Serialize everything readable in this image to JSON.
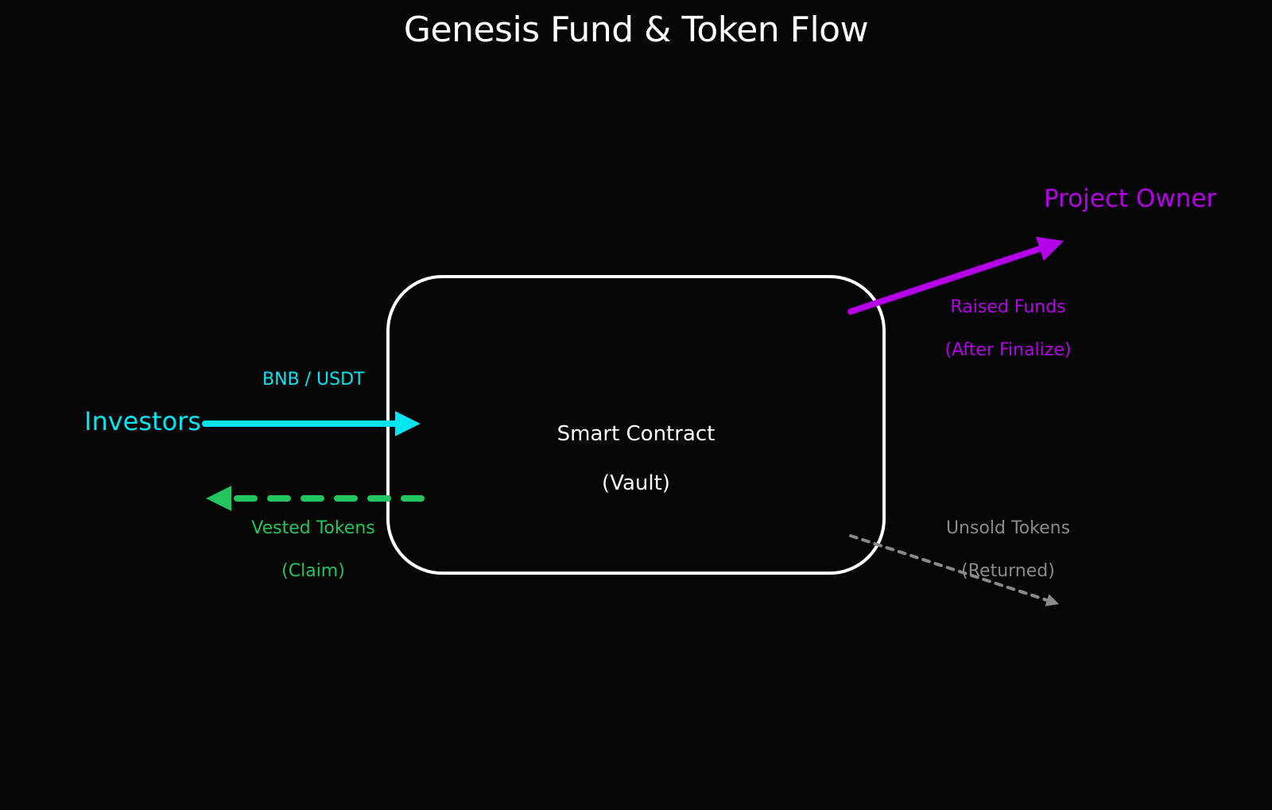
{
  "title": "Genesis Fund & Token Flow",
  "nodes": {
    "investors": "Investors",
    "vault_line1": "Smart Contract",
    "vault_line2": "(Vault)",
    "project_owner": "Project Owner"
  },
  "flows": {
    "deposit": {
      "label": "BNB / USDT",
      "color": "#00e5f0",
      "line": "solid"
    },
    "claim": {
      "label_line1": "Vested Tokens",
      "label_line2": "(Claim)",
      "color": "#22c55e",
      "line": "dashed"
    },
    "raised": {
      "label_line1": "Raised Funds",
      "label_line2": "(After Finalize)",
      "color": "#b400e6",
      "line": "solid"
    },
    "unsold": {
      "label_line1": "Unsold Tokens",
      "label_line2": "(Returned)",
      "color": "#8a8a8a",
      "line": "dotted"
    }
  },
  "colors": {
    "background": "#060606",
    "vault_border": "#ffffff",
    "text": "#ffffff"
  }
}
